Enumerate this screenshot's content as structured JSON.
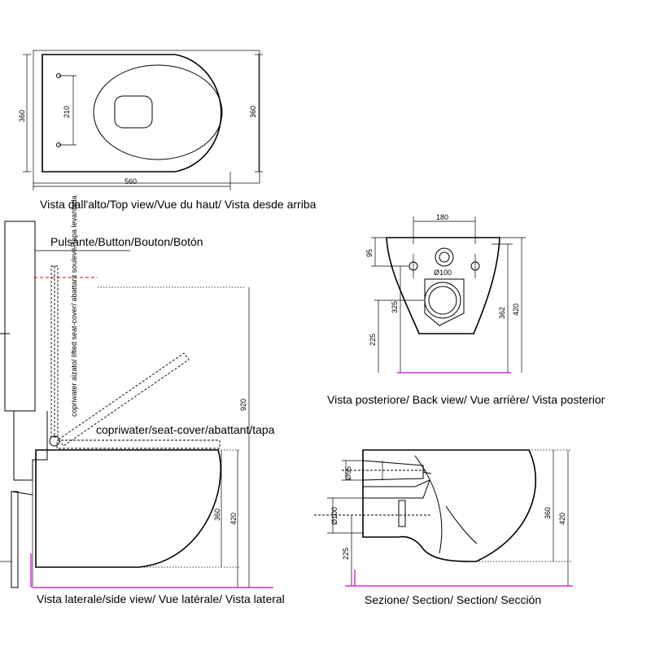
{
  "captions": {
    "top_view": "Vista dall'alto/Top view/Vue du haut/ Vista desde arriba",
    "button": "Pulsante/Button/Bouton/Botón",
    "lifted_cover": "copriwater alzato/ lifted seat-cover/ abattant soulevé/ tapa levantada",
    "seat_cover": "copriwater/seat-cover/abattant/tapa",
    "side_view": "Vista laterale/side view/ Vue latérale/ Vista lateral",
    "back_view": "Vista posteriore/ Back view/ Vue arrière/ Vista posterior",
    "section": "Sezione/ Section/ Section/ Sección"
  },
  "dimensions": {
    "top_height_left": "360",
    "top_holes": "210",
    "top_height_right": "360",
    "top_width": "560",
    "back_width": "180",
    "back_top": "95",
    "back_hole": "Ø100",
    "back_225": "225",
    "back_325": "325",
    "back_362": "362",
    "back_420": "420",
    "side_920": "920",
    "side_360": "360",
    "side_420": "420",
    "sec_55": "Ø55",
    "sec_100": "Ø100",
    "sec_225": "225",
    "sec_360": "360",
    "sec_420": "420"
  }
}
